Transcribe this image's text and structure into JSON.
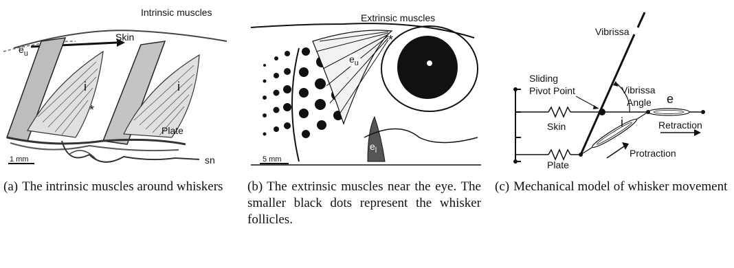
{
  "panels": [
    {
      "id": "a",
      "labels": {
        "title": "Intrinsic muscles",
        "skin": "Skin",
        "eu": "e",
        "eu_sub": "u",
        "i1": "i",
        "i2": "i",
        "star": "*",
        "plate": "Plate",
        "sn": "sn",
        "scale": "1 mm"
      },
      "caption": {
        "tag": "(a)",
        "text": "The intrinsic muscles around whiskers"
      }
    },
    {
      "id": "b",
      "labels": {
        "title": "Extrinsic muscles",
        "eu": "e",
        "eu_sub": "u",
        "el": "e",
        "el_sub": "l",
        "star": "*",
        "scale": "5 mm"
      },
      "caption": {
        "tag": "(b)",
        "text": "The extrinsic muscles near the eye. The smaller black dots represent the whisker follicles."
      }
    },
    {
      "id": "c",
      "labels": {
        "vibrissa": "Vibrissa",
        "sliding": "Sliding",
        "pivot": "Pivot Point",
        "vib_angle_1": "Vibrissa",
        "vib_angle_2": "Angle",
        "e": "e",
        "skin": "Skin",
        "i": "i",
        "retraction": "Retraction",
        "protraction": "Protraction",
        "plate": "Plate"
      },
      "caption": {
        "tag": "(c)",
        "text": "Mechanical model of whisker movement"
      }
    }
  ]
}
